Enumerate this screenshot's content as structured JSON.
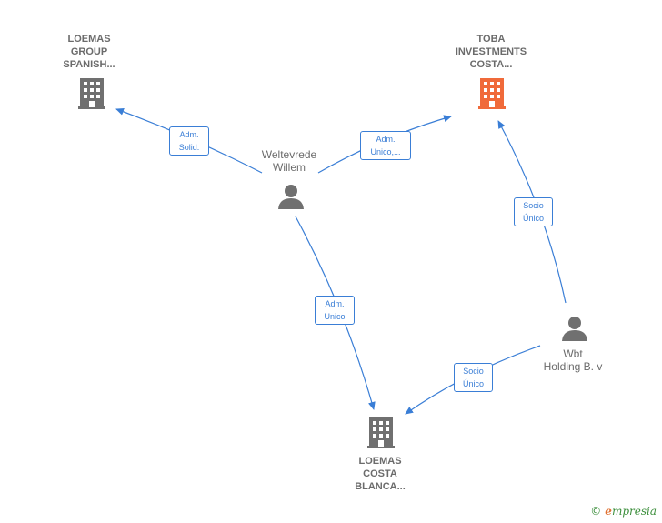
{
  "colors": {
    "edge": "#3a7ed6",
    "company_icon": "#707070",
    "company_icon_highlight": "#f06a3a",
    "person_icon": "#707070"
  },
  "nodes": {
    "loemas_group": {
      "line1": "LOEMAS",
      "line2": "GROUP",
      "line3": "SPANISH...",
      "icon": "building-icon"
    },
    "toba": {
      "line1": "TOBA",
      "line2": "INVESTMENTS",
      "line3": "COSTA...",
      "icon": "building-icon"
    },
    "loemas_costa": {
      "line1": "LOEMAS",
      "line2": "COSTA",
      "line3": "BLANCA...",
      "icon": "building-icon"
    },
    "weltevrede": {
      "line1": "Weltevrede",
      "line2": "Willem",
      "icon": "person-icon"
    },
    "wbt": {
      "line1": "Wbt",
      "line2": "Holding B. v",
      "icon": "person-icon"
    }
  },
  "edges": {
    "e1": {
      "line1": "Adm.",
      "line2": "Solid."
    },
    "e2": {
      "line1": "Adm.",
      "line2": "Unico,..."
    },
    "e3": {
      "line1": "Adm.",
      "line2": "Unico"
    },
    "e4": {
      "line1": "Socio",
      "line2": "Único"
    },
    "e5": {
      "line1": "Socio",
      "line2": "Único"
    }
  },
  "brand": {
    "copyright": "©",
    "initial": "e",
    "rest": "mpresia"
  }
}
